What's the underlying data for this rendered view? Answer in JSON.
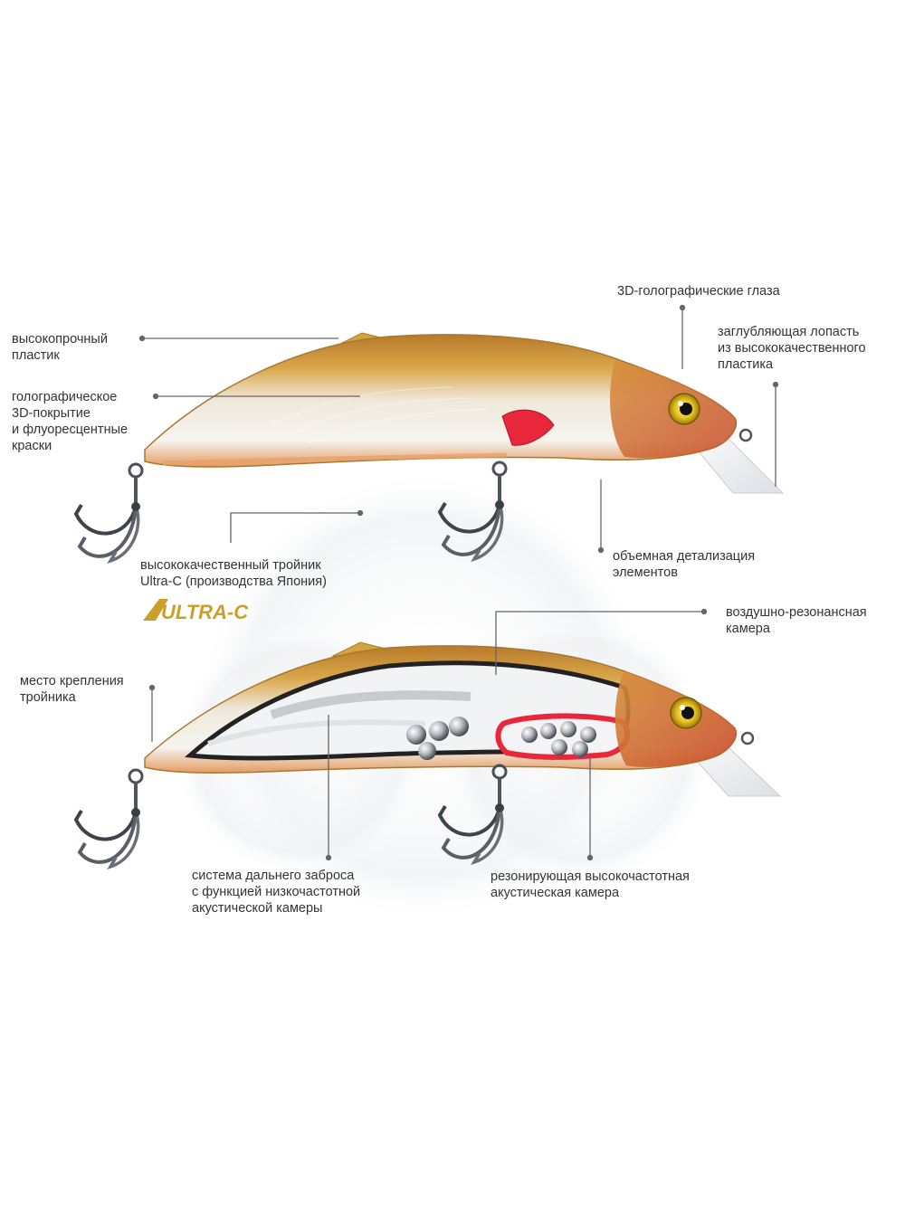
{
  "labels": {
    "eyes": "3D-голографические глаза",
    "lip": "заглубляющая лопасть\nиз высококачественного\nпластика",
    "plastic": "высокопрочный\nпластик",
    "coating": "голографическое\n3D-покрытие\nи флуоресцентные\nкраски",
    "hook": "высококачественный тройник\nUltra-C (производства Япония)",
    "detail": "объемная детализация\nэлементов",
    "air_chamber": "воздушно-резонансная\nкамера",
    "hook_mount": "место крепления\nтройника",
    "casting_system": "система дальнего заброса\nс функцией низкочастотной\nакустической камеры",
    "hf_chamber": "резонирующая высокочастотная\nакустическая камера"
  },
  "logo": {
    "text": "ULTRA-C",
    "color": "#c9a12a"
  },
  "colors": {
    "body_gold": "#c98a2c",
    "belly_white": "#f3f1ec",
    "gill_red": "#e8283a",
    "eye_gold": "#e6c21c",
    "leader": "#666666"
  }
}
